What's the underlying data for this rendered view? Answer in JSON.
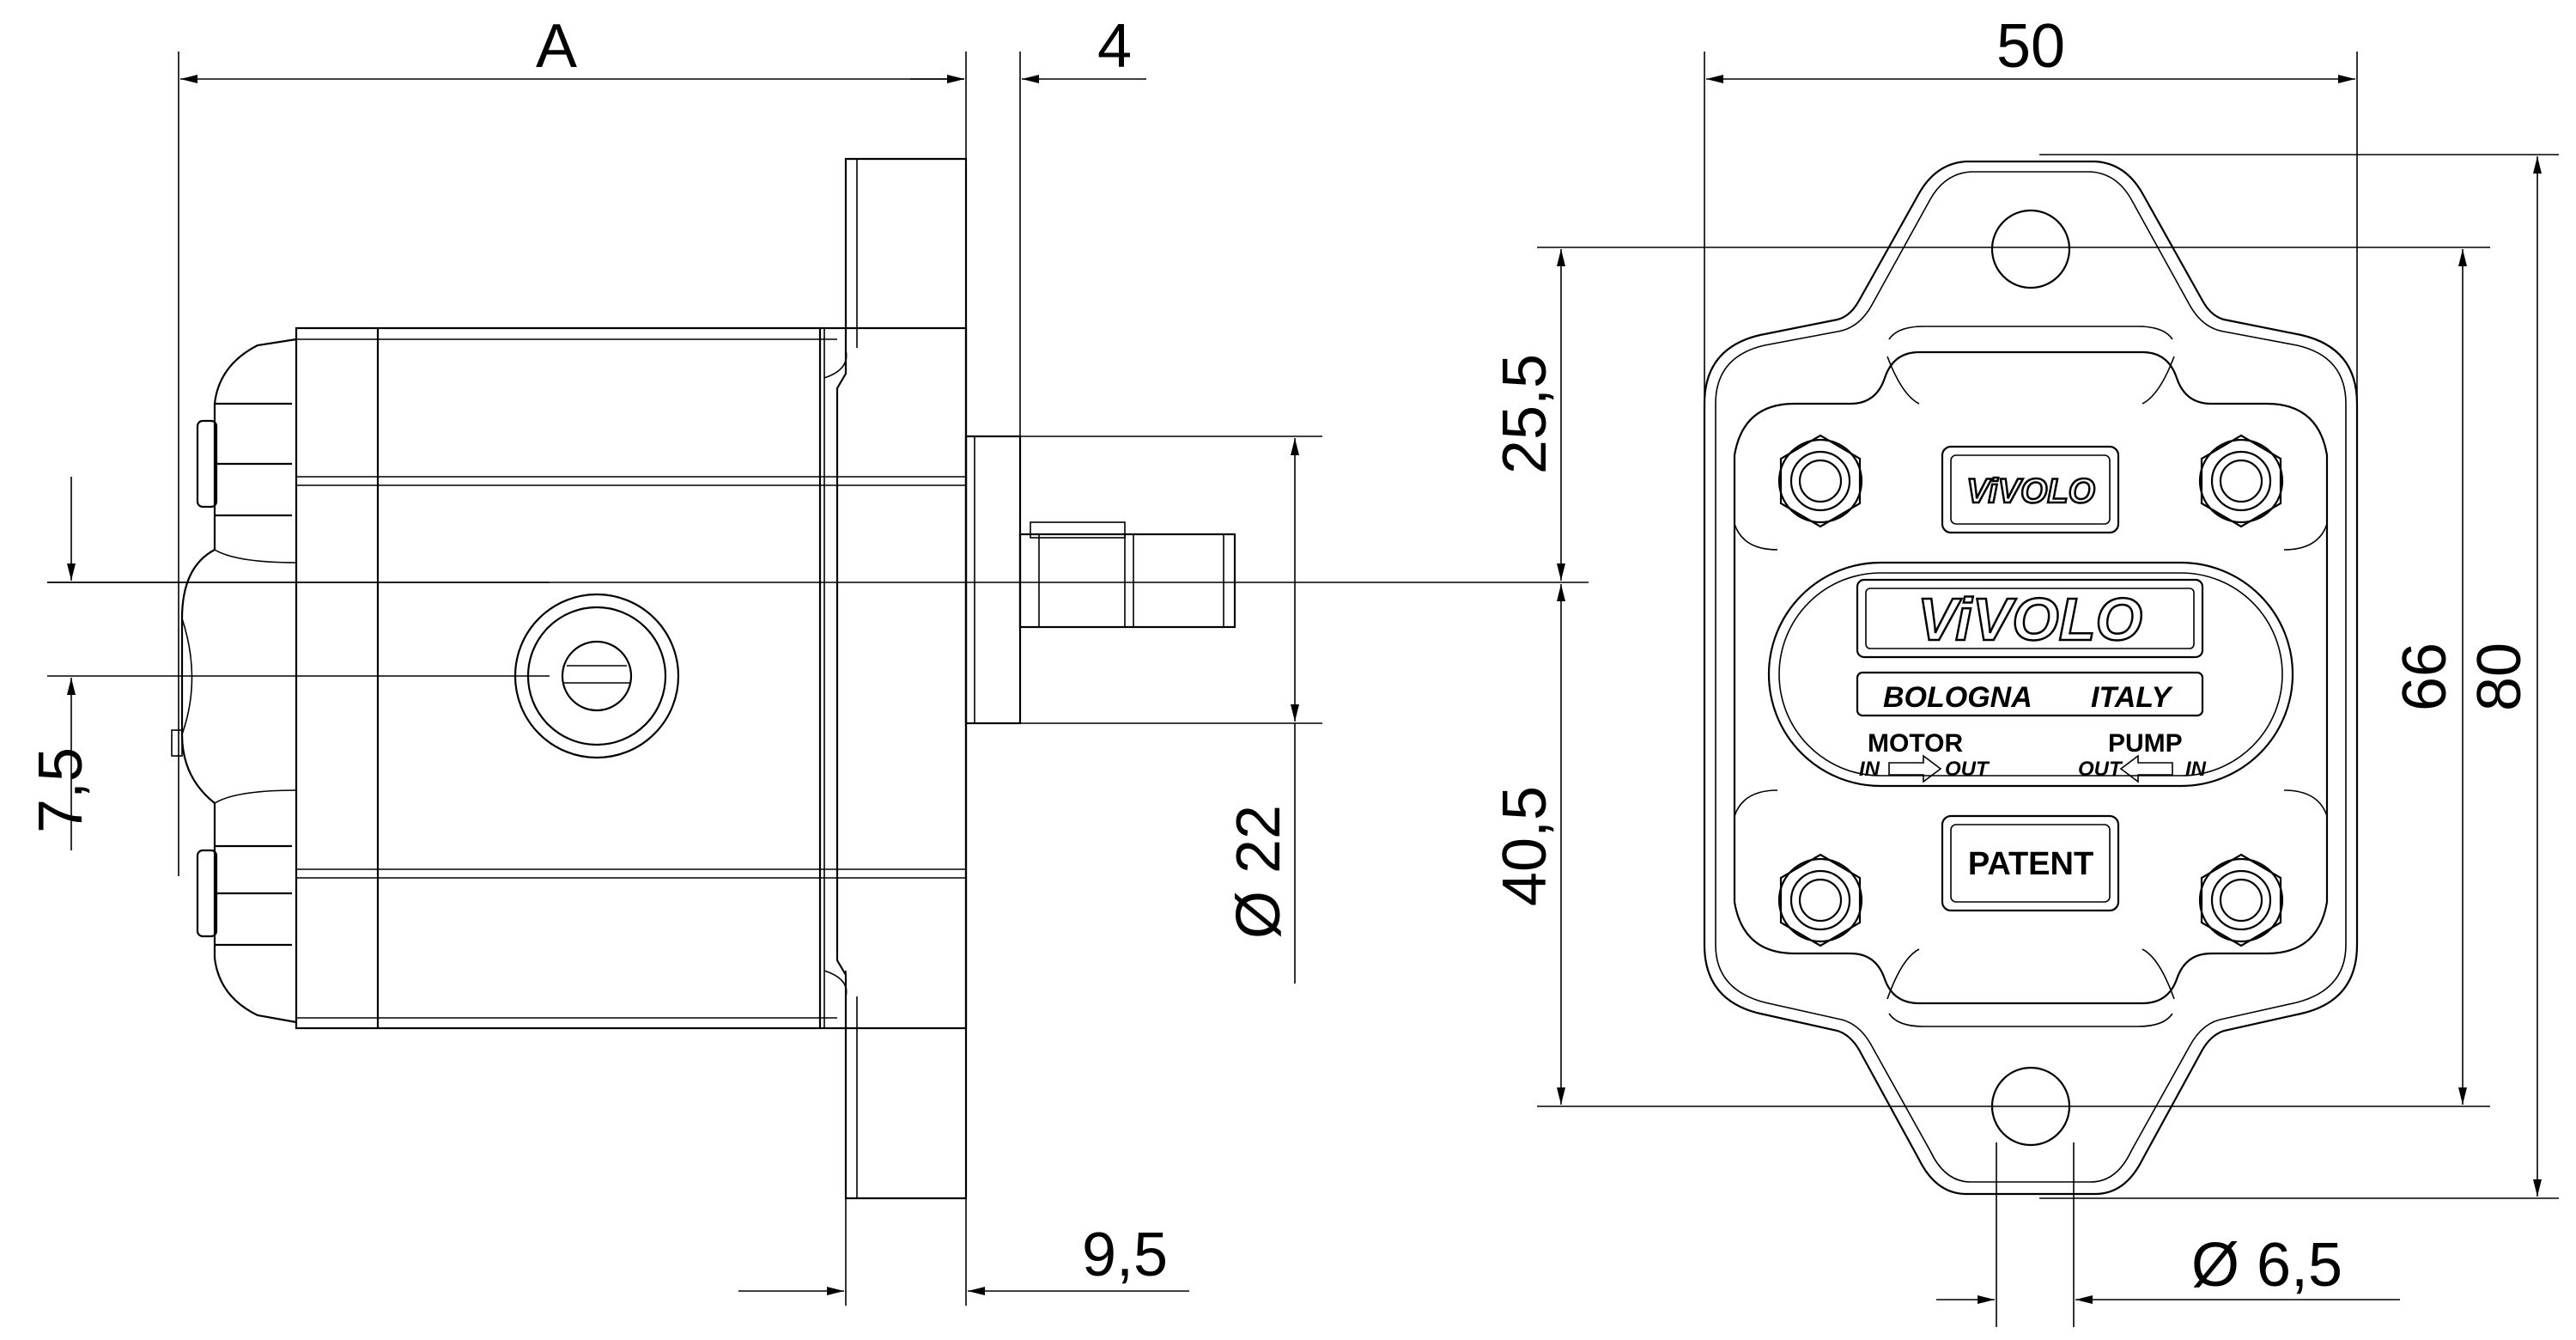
{
  "side_view": {
    "dim_length": "A",
    "dim_flange": "4",
    "dim_offset": "7,5",
    "dim_shaft_diameter": "Ø 22",
    "dim_flange_thickness": "9,5"
  },
  "front_view": {
    "dim_width": "50",
    "dim_top_offset": "25,5",
    "dim_bottom_offset": "40,5",
    "dim_inner_height": "66",
    "dim_total_height": "80",
    "dim_hole_diameter": "Ø 6,5",
    "brand_small": "ViVOLO",
    "brand_large": "ViVOLO",
    "location_left": "BOLOGNA",
    "location_right": "ITALY",
    "motor_label": "MOTOR",
    "motor_in": "IN",
    "motor_out": "OUT",
    "pump_label": "PUMP",
    "pump_out": "OUT",
    "pump_in": "IN",
    "patent_label": "PATENT"
  }
}
